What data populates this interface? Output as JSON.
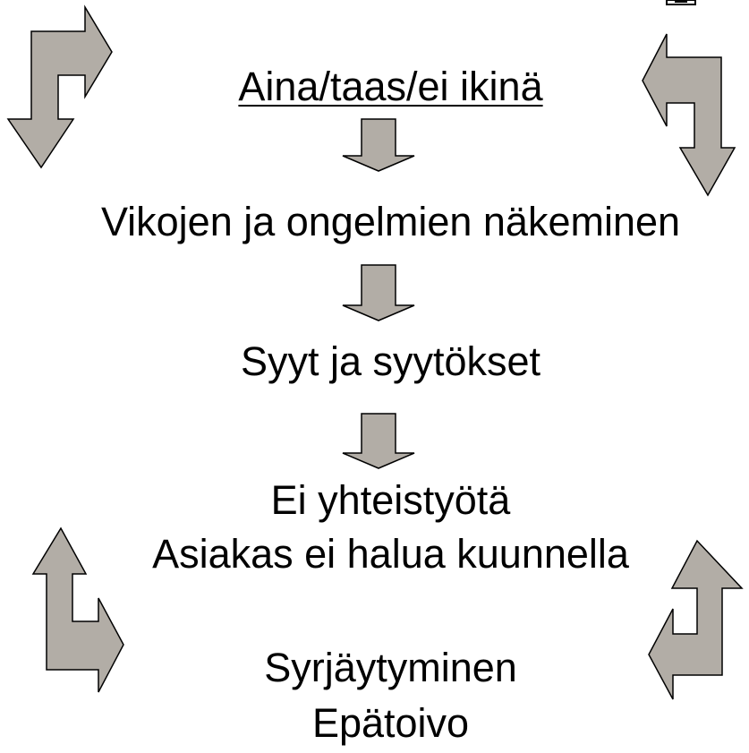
{
  "diagram": {
    "steps": [
      {
        "text": "Aina/taas/ei ikinä",
        "underlined": true
      },
      {
        "text": "Vikojen ja ongelmien näkeminen"
      },
      {
        "text": "Syyt ja syytökset"
      },
      {
        "text": "Ei yhteistyötä"
      },
      {
        "text": "Asiakas ei halua kuunnella"
      },
      {
        "text": "Syrjäytyminen"
      },
      {
        "text": "Epätoivo"
      }
    ],
    "colors": {
      "arrow_fill": "#b2ada6",
      "arrow_stroke": "#000000",
      "text": "#000000",
      "background": "#ffffff"
    },
    "icons": {
      "down_arrow": "block-down-arrow",
      "corner_arrow": "bent-block-arrow"
    }
  }
}
